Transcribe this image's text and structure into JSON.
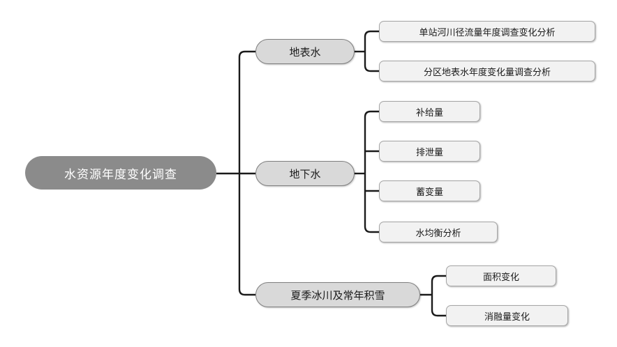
{
  "diagram": {
    "type": "mindmap-tree",
    "root": {
      "label": "水资源年度变化调查"
    },
    "branches": [
      {
        "label": "地表水",
        "children": [
          "单站河川径流量年度调查变化分析",
          "分区地表水年度变化量调查分析"
        ]
      },
      {
        "label": "地下水",
        "children": [
          "补给量",
          "排泄量",
          "蓄变量",
          "水均衡分析"
        ]
      },
      {
        "label": "夏季冰川及常年积雪",
        "children": [
          "面积变化",
          "消融量变化"
        ]
      }
    ],
    "colors": {
      "background": "#ffffff",
      "root_fill": "#8b8b8b",
      "root_text": "#ffffff",
      "branch_fill": "#d9d9d9",
      "branch_border": "#7f7f7f",
      "leaf_fill": "#f2f2f2",
      "leaf_border": "#a6a6a6",
      "line": "#1a1a1a"
    }
  }
}
